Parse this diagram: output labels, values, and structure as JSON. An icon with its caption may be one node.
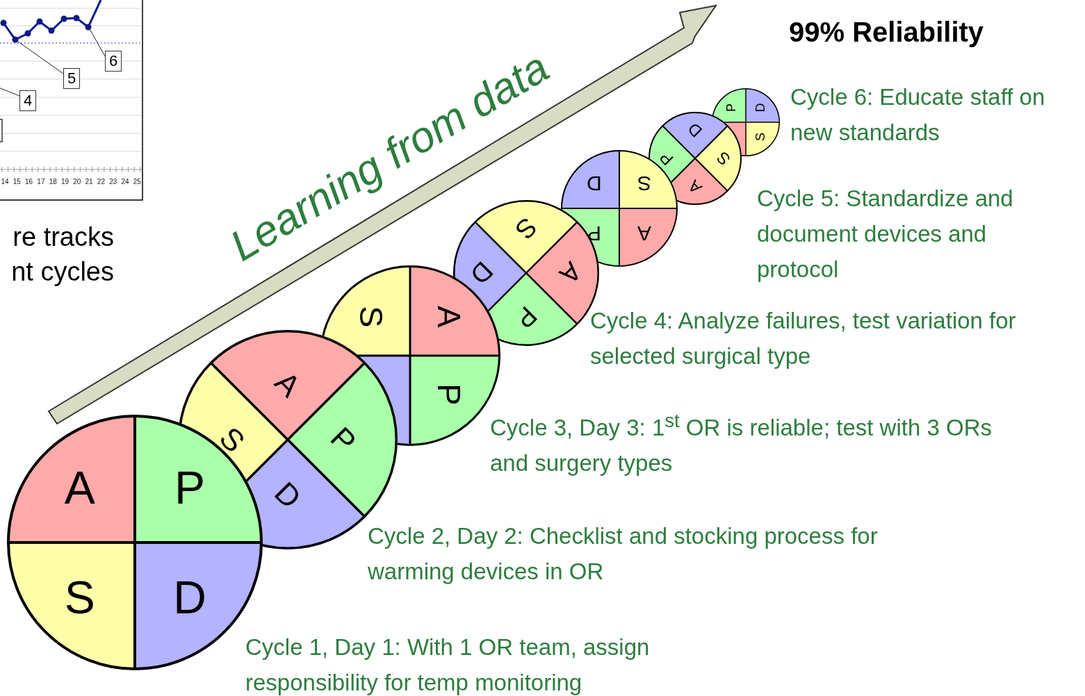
{
  "diagram": {
    "title": "99% Reliability",
    "nodes": [
      {
        "text": [
          "6"
        ]
      },
      {
        "text": [
          "5"
        ]
      },
      {
        "text": [
          "4"
        ]
      },
      {
        "text": [
          "A",
          "P",
          "S",
          "D"
        ]
      },
      {
        "text": [
          "A",
          "S",
          "P",
          "D"
        ]
      },
      {
        "text": [
          "S",
          "A",
          "P"
        ]
      },
      {
        "text": [
          "S",
          "D",
          "A",
          "P"
        ]
      },
      {
        "text": [
          "D",
          "S",
          "P",
          "A"
        ]
      },
      {
        "text": [
          "D",
          "P",
          "S",
          "A"
        ]
      },
      {
        "text": [
          "P",
          "D",
          "S"
        ]
      }
    ],
    "edges": [
      {
        "from": 0,
        "to": null,
        "arrow": "none"
      },
      {
        "from": 1,
        "to": null,
        "arrow": "none"
      },
      {
        "from": 2,
        "to": null,
        "arrow": "none"
      }
    ],
    "labels": [
      "14",
      "15",
      "16",
      "17",
      "18",
      "19",
      "20",
      "21",
      "22",
      "23",
      "24",
      "25",
      "re tracks nt cycles",
      "Learning from data",
      "Cycle 6: Educate staff on new standards",
      "Cycle 5: Standardize and document devices and protocol",
      "Cycle 4: Analyze failures, test variation for selected surgical type",
      "Cycle 3, Day 3: 1$^{st}$ OR is reliable; test with 3 ORs and surgery types",
      "Cycle 2, Day 2: Checklist and stocking process for warming devices in OR",
      "Cycle 1, Day 1:  With 1 OR team, assign responsibility for temp monitoring"
    ]
  }
}
